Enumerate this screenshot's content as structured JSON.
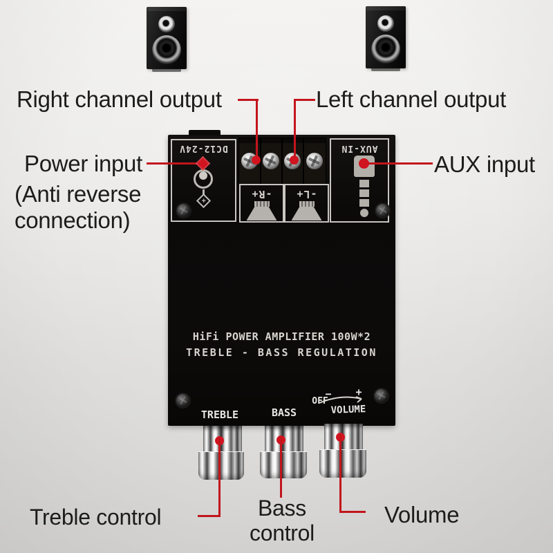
{
  "callouts": {
    "right_channel_output": "Right channel output",
    "left_channel_output": "Left channel output",
    "power_input": "Power input",
    "power_input_note_line1": "(Anti reverse",
    "power_input_note_line2": "connection)",
    "aux_input": "AUX input",
    "treble_control": "Treble control",
    "bass_control_line1": "Bass",
    "bass_control_line2": "control",
    "volume": "Volume"
  },
  "board_markings": {
    "power_socket": "DC12-24V",
    "aux_socket": "AUX-IN",
    "right_speaker_terminal": "-R+",
    "left_speaker_terminal": "-L+",
    "title_line1": "HiFi POWER AMPLIFIER 100W*2",
    "title_line2": "TREBLE - BASS REGULATION",
    "treble_knob": "TREBLE",
    "bass_knob": "BASS",
    "volume_knob": "VOLUME",
    "volume_off": "OFF",
    "volume_min": "−",
    "volume_max": "+"
  },
  "colors": {
    "annotation_red": "#c2151c",
    "board_black": "#0d0b0a",
    "silkscreen_white": "#d6d3ce",
    "background": "#e9e8e6"
  }
}
